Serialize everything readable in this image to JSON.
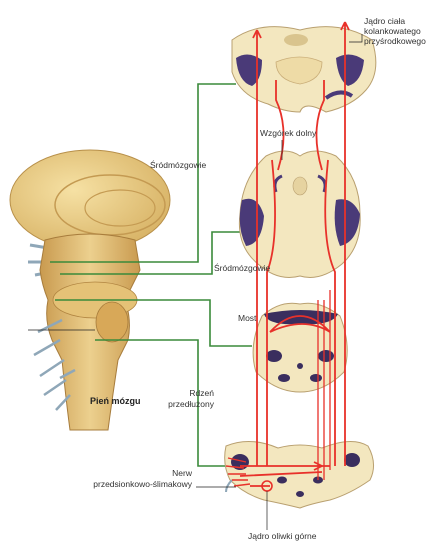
{
  "labels": {
    "geniculate_1": "Jądro ciała",
    "geniculate_2": "kolankowatego",
    "geniculate_3": "przyśrodkowego",
    "inferior_colliculus": "Wzgórek dolny",
    "midbrain_upper": "Śródmózgowie",
    "midbrain_lower": "Śródmózgowie",
    "pons": "Most",
    "medulla_1": "Rdzeń",
    "medulla_2": "przedłużony",
    "brainstem": "Pień mózgu",
    "nerve_1": "Nerw",
    "nerve_2": "przedsionkowo-ślimakowy",
    "olive": "Jądro oliwki górne"
  },
  "colors": {
    "pathway": "#e8312a",
    "connector": "#3a8a3a",
    "tissue": "#f3e7bf",
    "nucleus": "#4a3a78",
    "brainstem_tan": "#e2c47a"
  }
}
